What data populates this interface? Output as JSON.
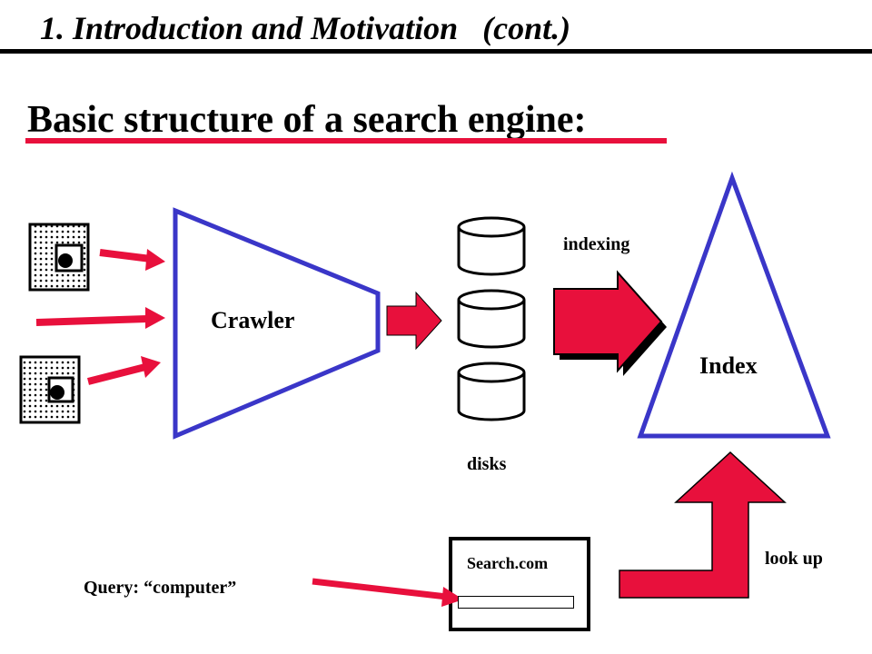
{
  "slide": {
    "title": "1. Introduction and Motivation   (cont.)",
    "subtitle": "Basic structure of a search engine:"
  },
  "diagram": {
    "crawler_label": "Crawler",
    "index_label": "Index",
    "indexing_label": "indexing",
    "disks_label": "disks",
    "lookup_label": "look up",
    "search_window_title": "Search.com",
    "query_label": "Query: “computer”"
  },
  "colors": {
    "arrow_red": "#e8103c",
    "outline_blue": "#3a36c8",
    "text": "#000000"
  },
  "icons": [
    "web-page-icon",
    "web-page-icon",
    "disk-icon",
    "disk-icon",
    "disk-icon"
  ]
}
